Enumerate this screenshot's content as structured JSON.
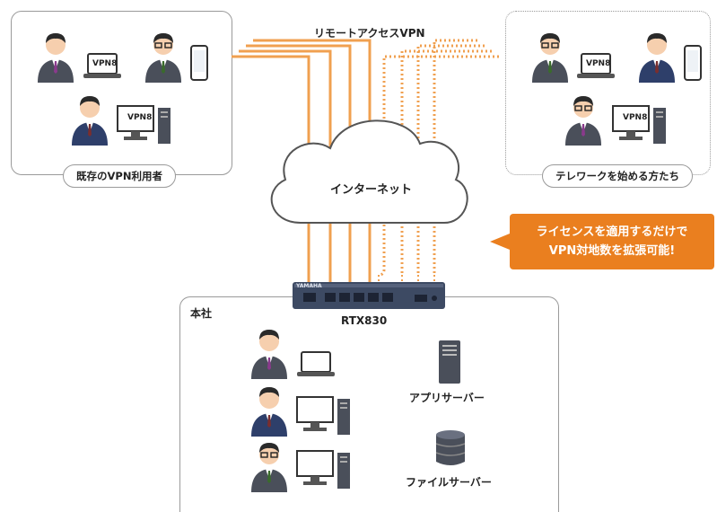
{
  "labels": {
    "vpn_title": "リモートアクセスVPN",
    "existing_users": "既存のVPN利用者",
    "telework_users": "テレワークを始める方たち",
    "internet": "インターネット",
    "headquarters": "本社",
    "router_model": "RTX830",
    "app_server": "アプリサーバー",
    "file_server": "ファイルサーバー",
    "router_brand": "YAMAHA"
  },
  "callout": {
    "line1": "ライセンスを適用するだけで",
    "line2": "VPN対地数を拡張可能!"
  },
  "device_labels": {
    "vpn_screen": "VPN8"
  },
  "colors": {
    "accent": "#ea7f1f",
    "line_orange": "#f0a050",
    "border": "#9a9a9a",
    "cloud_stroke": "#555555",
    "router_body": "#3d4a63"
  }
}
